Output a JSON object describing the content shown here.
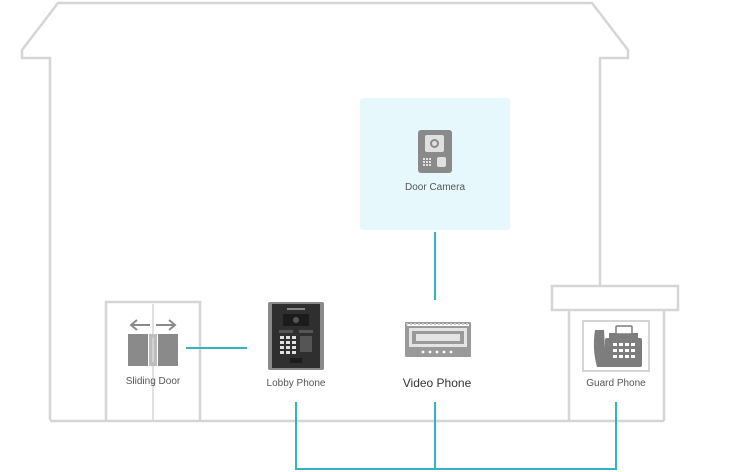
{
  "colors": {
    "house_outline": "#d4d6d6",
    "connection_line": "#33b3c1",
    "highlight_box": "#e6f8fb",
    "device_gray": "#8a8a8a",
    "device_dark": "#3a3a3a"
  },
  "devices": {
    "door_camera": {
      "label": "Door Camera",
      "icon": "door-camera-icon"
    },
    "sliding_door": {
      "label": "Sliding Door",
      "icon": "sliding-door-icon"
    },
    "lobby_phone": {
      "label": "Lobby Phone",
      "icon": "lobby-phone-icon"
    },
    "video_phone": {
      "label": "Video Phone",
      "icon": "video-phone-icon"
    },
    "guard_phone": {
      "label": "Guard Phone",
      "icon": "guard-phone-icon"
    }
  }
}
